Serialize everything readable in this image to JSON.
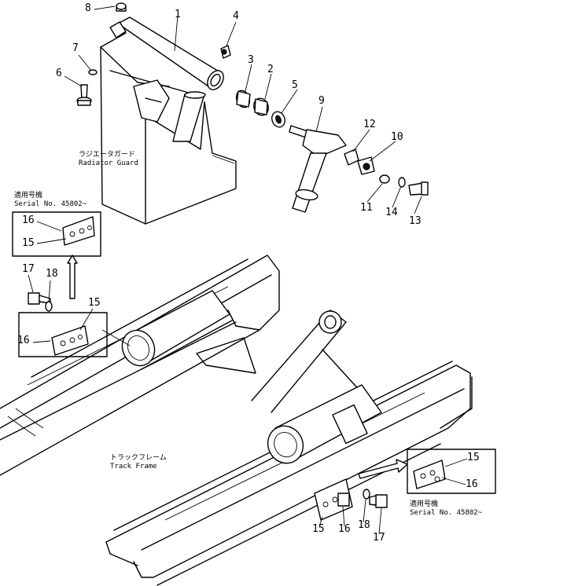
{
  "diagram": {
    "part_numbers": [
      "1",
      "2",
      "3",
      "4",
      "5",
      "6",
      "7",
      "8",
      "9",
      "10",
      "11",
      "12",
      "13",
      "14",
      "15",
      "16",
      "17",
      "18"
    ],
    "callouts_top": [
      {
        "id": "p1",
        "text": "1"
      },
      {
        "id": "p2",
        "text": "2"
      },
      {
        "id": "p3",
        "text": "3"
      },
      {
        "id": "p4",
        "text": "4"
      },
      {
        "id": "p5",
        "text": "5"
      },
      {
        "id": "p6",
        "text": "6"
      },
      {
        "id": "p7",
        "text": "7"
      },
      {
        "id": "p8",
        "text": "8"
      },
      {
        "id": "p9",
        "text": "9"
      },
      {
        "id": "p10",
        "text": "10"
      },
      {
        "id": "p11",
        "text": "11"
      },
      {
        "id": "p12",
        "text": "12"
      },
      {
        "id": "p13",
        "text": "13"
      },
      {
        "id": "p14",
        "text": "14"
      }
    ],
    "callouts_left": [
      {
        "id": "l16a",
        "text": "16"
      },
      {
        "id": "l15a",
        "text": "15"
      },
      {
        "id": "l17",
        "text": "17"
      },
      {
        "id": "l18",
        "text": "18"
      },
      {
        "id": "l15b",
        "text": "15"
      },
      {
        "id": "l16b",
        "text": "16"
      }
    ],
    "callouts_right": [
      {
        "id": "r15a",
        "text": "15"
      },
      {
        "id": "r16a",
        "text": "16"
      },
      {
        "id": "r15b",
        "text": "15"
      },
      {
        "id": "r16b",
        "text": "16"
      },
      {
        "id": "r18",
        "text": "18"
      },
      {
        "id": "r17",
        "text": "17"
      }
    ],
    "captions": {
      "radiator_jp": "ラジエータガード",
      "radiator_en": "Radiator Guard",
      "track_jp": "トラックフレーム",
      "track_en": "Track Frame",
      "serial_jp_left": "適用号機",
      "serial_en_left": "Serial No. 45802~",
      "serial_jp_right": "適用号機",
      "serial_en_right": "Serial No. 45802~"
    }
  }
}
